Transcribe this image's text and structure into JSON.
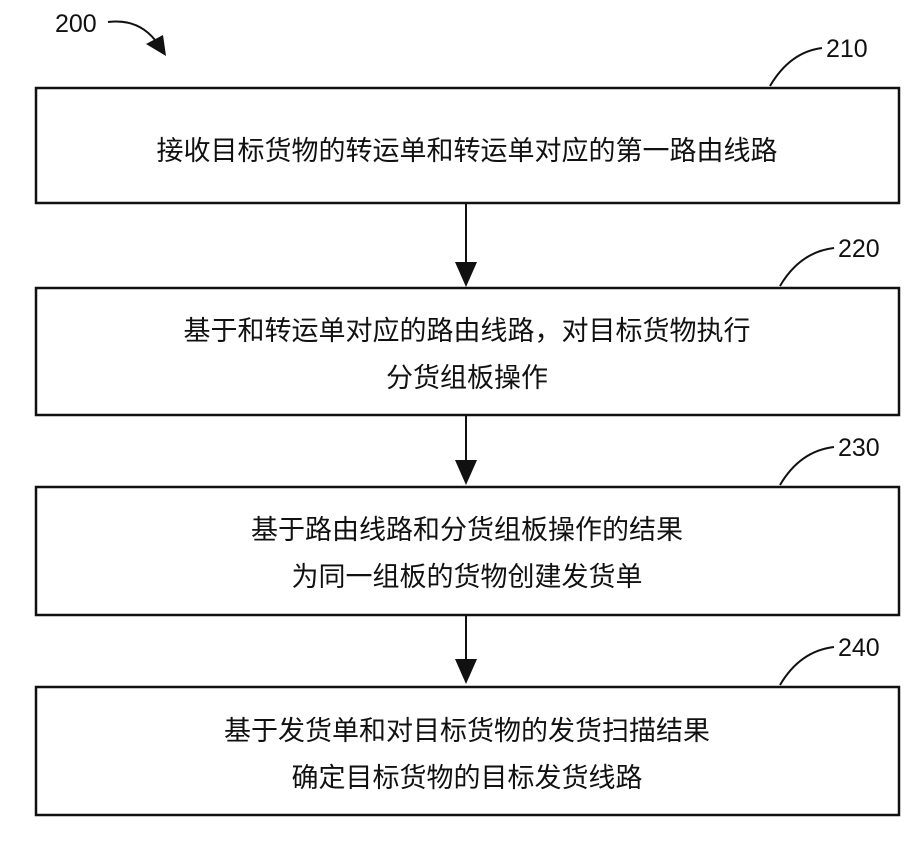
{
  "figure_label": "200",
  "steps": [
    {
      "ref": "210",
      "lines": [
        "接收目标货物的转运单和转运单对应的第一路由线路"
      ]
    },
    {
      "ref": "220",
      "lines": [
        "基于和转运单对应的路由线路，对目标货物执行",
        "分货组板操作"
      ]
    },
    {
      "ref": "230",
      "lines": [
        "基于路由线路和分货组板操作的结果",
        "为同一组板的货物创建发货单"
      ]
    },
    {
      "ref": "240",
      "lines": [
        "基于发货单和对目标货物的发货扫描结果",
        "确定目标货物的目标发货线路"
      ]
    }
  ]
}
